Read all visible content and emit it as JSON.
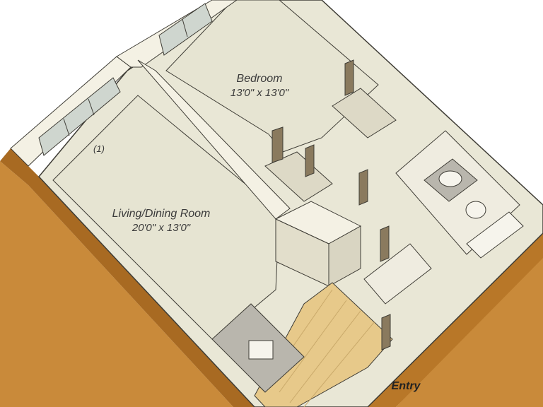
{
  "floorplan": {
    "rooms": [
      {
        "name": "Bedroom",
        "dimensions": "13'0\" x 13'0\""
      },
      {
        "name": "Living/Dining Room",
        "dimensions": "20'0\" x 13'0\""
      }
    ],
    "window_marker": "(1)",
    "entry_label": "Entry"
  },
  "colors": {
    "floor": "#e9e7d6",
    "wall_top": "#f4f1e4",
    "wall_face": "#d9d5c2",
    "outline": "#3f3d36",
    "exterior_wall": "#c98a3a",
    "exterior_wall_dark": "#a86a22",
    "wood_floor": "#e7c98a",
    "tile_floor": "#efece0",
    "counter": "#b9b6ad",
    "window": "#cfd6cf"
  }
}
